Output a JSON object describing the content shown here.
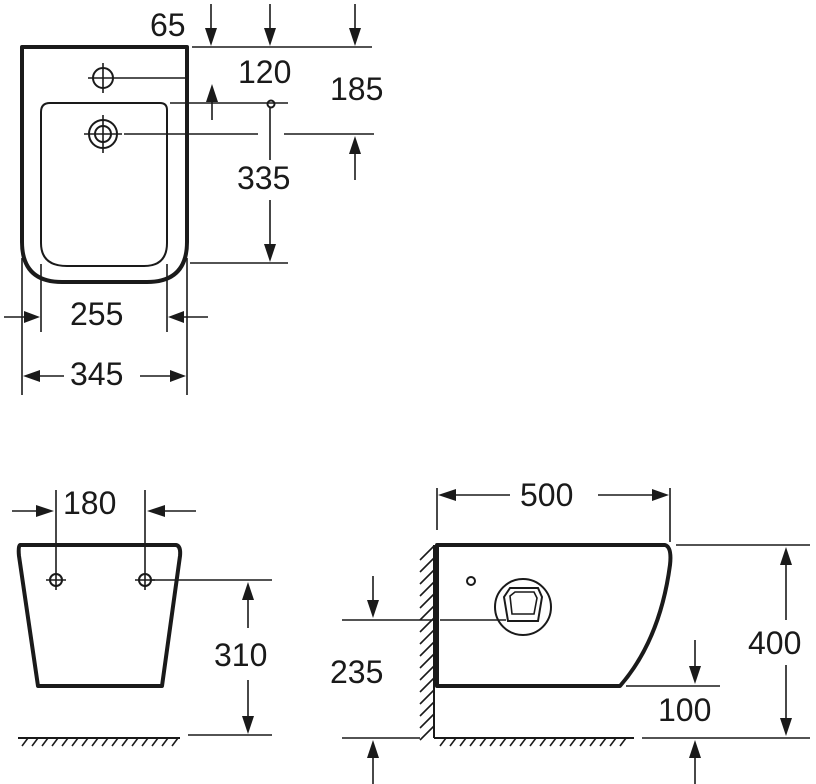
{
  "top_view": {
    "dim_faucet_offset": "65",
    "dim_faucet_to_waste": "120",
    "dim_total_to_waste": "185",
    "dim_waste_to_back": "335",
    "dim_inner_width": "255",
    "dim_outer_width": "345"
  },
  "front_view": {
    "dim_fixing_spacing": "180",
    "dim_fixing_height": "310"
  },
  "side_view": {
    "dim_length": "500",
    "dim_height": "400",
    "dim_waste_height": "235",
    "dim_bottom_clearance": "100"
  }
}
